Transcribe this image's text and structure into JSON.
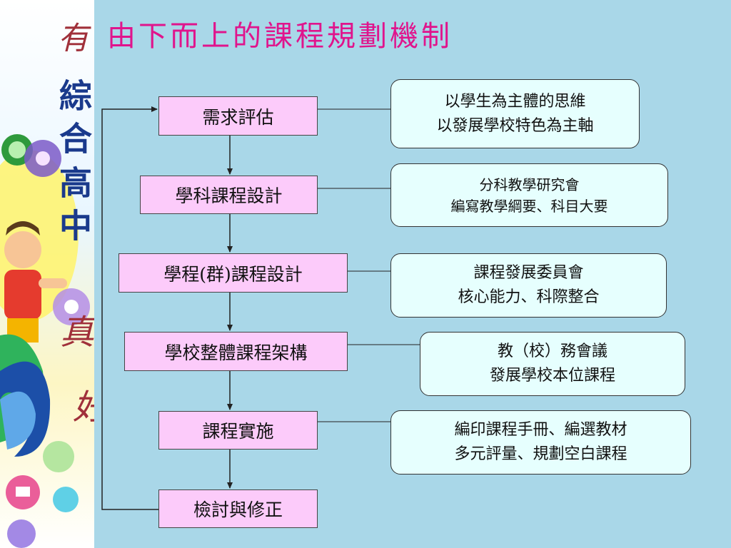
{
  "title": "由下而上的課程規劃機制",
  "sidebar": {
    "chars": [
      "有",
      "綜",
      "合",
      "高",
      "中",
      "真",
      "好"
    ]
  },
  "stages": [
    "需求評估",
    "學科課程設計",
    "學程(群)課程設計",
    "學校整體課程架構",
    "課程實施",
    "檢討與修正"
  ],
  "notes": [
    {
      "line1": "以學生為主體的思維",
      "line2": "以發展學校特色為主軸"
    },
    {
      "line1": "分科教學研究會",
      "line2": "編寫教學綱要、科目大要"
    },
    {
      "line1": "課程發展委員會",
      "line2": "核心能力、科際整合"
    },
    {
      "line1": "教（校）務會議",
      "line2": "發展學校本位課程"
    },
    {
      "line1": "編印課程手冊、編選教材",
      "line2": "多元評量、規劃空白課程"
    }
  ],
  "colors": {
    "title": "#e0148c",
    "stage_fill": "#fccbfa",
    "note_fill": "#e6fffe",
    "background": "#a9d7e8"
  }
}
